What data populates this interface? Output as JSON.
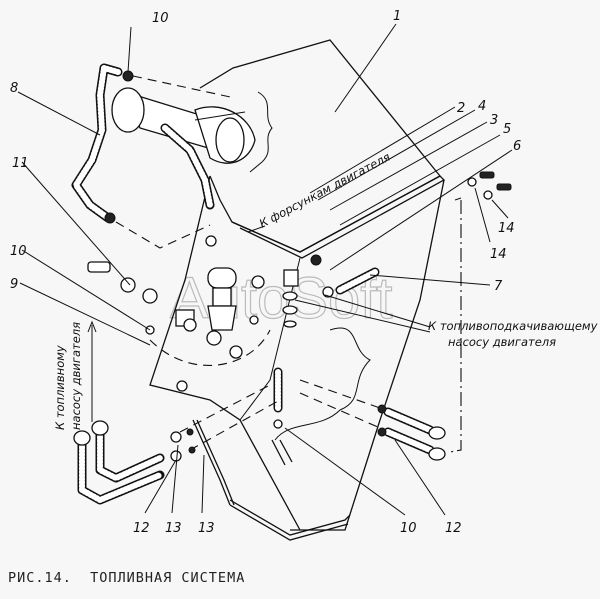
{
  "figure": {
    "caption": "РИС.14.  ТОПЛИВНАЯ СИСТЕМА",
    "watermark": "AutoSoft"
  },
  "callouts": [
    "1",
    "2",
    "4",
    "3",
    "5",
    "6",
    "14",
    "14",
    "7",
    "8",
    "10",
    "11",
    "10",
    "9",
    "12",
    "13",
    "13",
    "10",
    "12"
  ],
  "annotations": {
    "to_injectors": "К форсункам двигателя",
    "to_boost_pump_line1": "К топливоподкачивающему",
    "to_boost_pump_line2": "насосу двигателя",
    "to_fuel_pump_line1": "К топливному",
    "to_fuel_pump_line2": "насосу двигателя"
  }
}
